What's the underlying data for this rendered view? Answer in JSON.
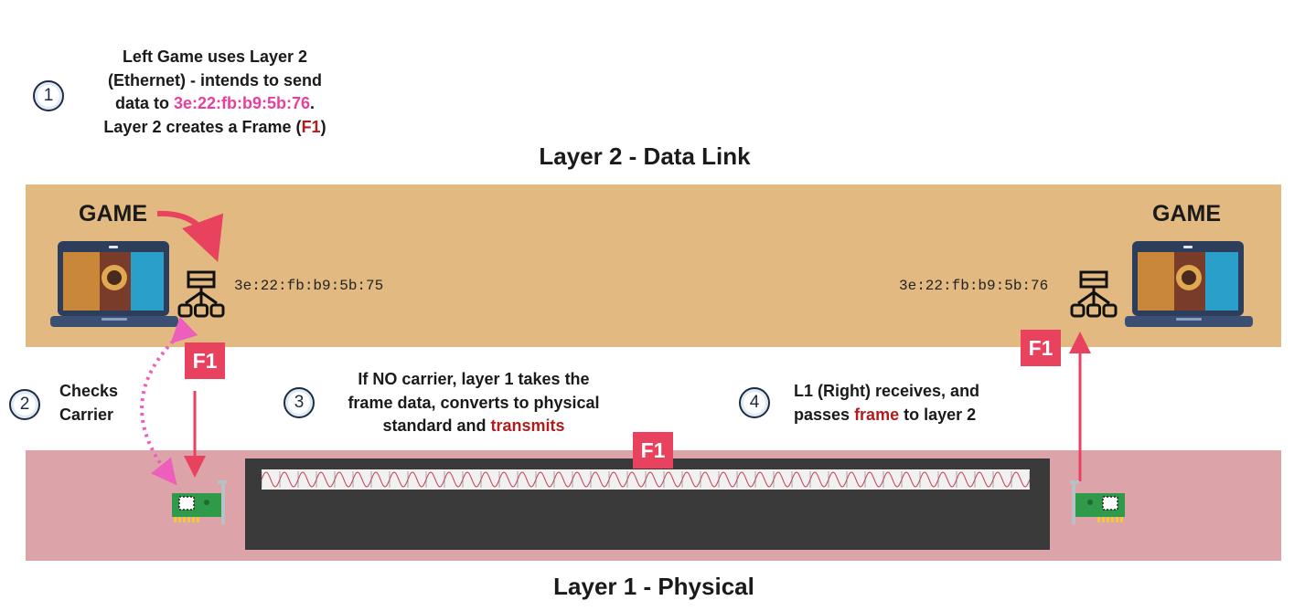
{
  "steps": [
    {
      "number": "1",
      "lines": [
        "Left Game uses Layer 2",
        "(Ethernet) - intends to send"
      ],
      "line3_prefix": "data to ",
      "line3_mac": "3e:22:fb:b9:5b:76",
      "line3_suffix": ".",
      "line4_prefix": "Layer 2 creates a Frame (",
      "line4_frame": "F1",
      "line4_suffix": ")"
    },
    {
      "number": "2",
      "lines": [
        "Checks",
        "Carrier"
      ]
    },
    {
      "number": "3",
      "lines": [
        "If NO carrier, layer 1 takes the",
        "frame data, converts to physical"
      ],
      "line3_prefix": "standard and ",
      "line3_highlight": "transmits"
    },
    {
      "number": "4",
      "line1": "L1 (Right) receives, and",
      "line2_prefix": "passes ",
      "line2_highlight": "frame",
      "line2_suffix": " to layer 2"
    }
  ],
  "layer2": {
    "title": "Layer 2 - Data Link"
  },
  "layer1": {
    "title": "Layer 1 - Physical"
  },
  "left_device": {
    "label": "GAME",
    "mac": "3e:22:fb:b9:5b:75"
  },
  "right_device": {
    "label": "GAME",
    "mac": "3e:22:fb:b9:5b:76"
  },
  "frames": {
    "left": "F1",
    "middle": "F1",
    "right": "F1"
  },
  "icons": [
    "laptop-icon",
    "network-adapter-icon",
    "network-card-icon"
  ],
  "colors": {
    "layer2_band": "#e2ba81",
    "layer1_band": "#dca4a8",
    "frame": "#e8425f",
    "mac_highlight": "#e83e9c",
    "highlight_red": "#b11c1c",
    "medium": "#3a3a3a"
  }
}
